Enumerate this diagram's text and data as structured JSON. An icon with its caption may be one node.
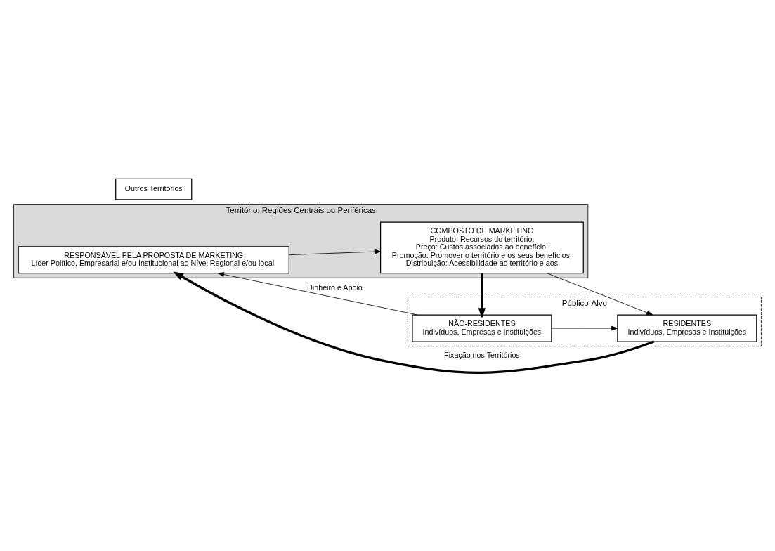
{
  "diagram": {
    "nodes": [
      {
        "text": [
          "Território: Regiões Centrais ou Periféricas"
        ]
      },
      {
        "text": [
          "RESPONSÁVEL PELA PROPOSTA DE MARKETING",
          "Líder Político, Empresarial e/ou Institucional ao Nível Regional e/ou local."
        ],
        "in": 0
      },
      {
        "text": [
          "COMPOSTO DE MARKETING",
          "Produto: Recursos do território;",
          "Preço: Custos associados ao benefício;",
          "Promoção: Promover o território e os seus benefícios;",
          "Distribuição: Acessibilidade ao território e aos"
        ],
        "in": 0
      },
      {
        "text": [
          "Outros Territórios"
        ]
      },
      {
        "text": [
          "Público-Alvo"
        ]
      },
      {
        "text": [
          "RESIDENTES",
          "Indivíduos, Empresas e Instituições"
        ],
        "in": 4
      },
      {
        "text": [
          "NÃO-RESIDENTES",
          "Indivíduos, Empresas e Instituições"
        ],
        "in": 4
      }
    ],
    "edges": [
      {
        "from": 1,
        "to": 2,
        "arrow": "to"
      },
      {
        "from": 2,
        "to": 5,
        "arrow": "to"
      },
      {
        "from": 2,
        "to": 6,
        "arrow": "to",
        "style": "thick"
      },
      {
        "from": 5,
        "to": 1,
        "arrow": "to",
        "label": "Fixação nos Territórios",
        "style": "thick"
      },
      {
        "from": 6,
        "to": 1,
        "arrow": "to",
        "label": "Dinheiro e Apoio"
      },
      {
        "from": 6,
        "to": 5,
        "arrow": "to"
      }
    ]
  }
}
